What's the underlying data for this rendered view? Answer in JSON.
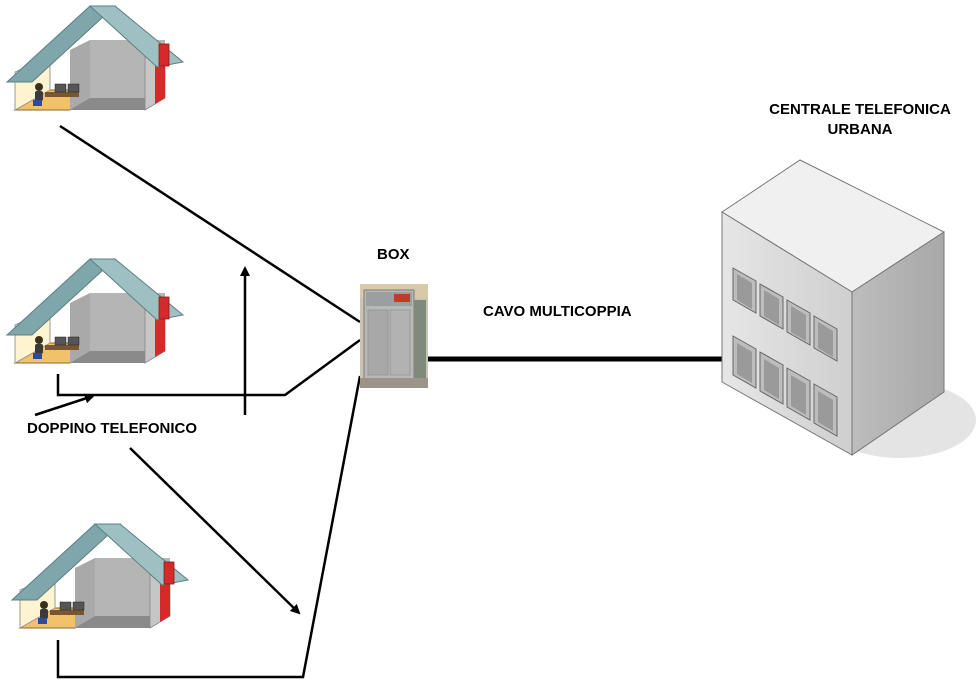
{
  "labels": {
    "box": "BOX",
    "cable": "CAVO MULTICOPPIA",
    "pair": "DOPPINO TELEFONICO",
    "exchange_line1": "CENTRALE TELEFONICA",
    "exchange_line2": "URBANA"
  },
  "colors": {
    "roof": "#8fb2b5",
    "floor": "#f1c16b",
    "wall": "#c9c9c9",
    "chimney": "#d42a2a",
    "building": "#d9d9d9",
    "line": "#000000"
  },
  "icons": [
    "house-icon",
    "person-at-desk-icon",
    "street-cabinet-icon",
    "office-building-icon"
  ]
}
